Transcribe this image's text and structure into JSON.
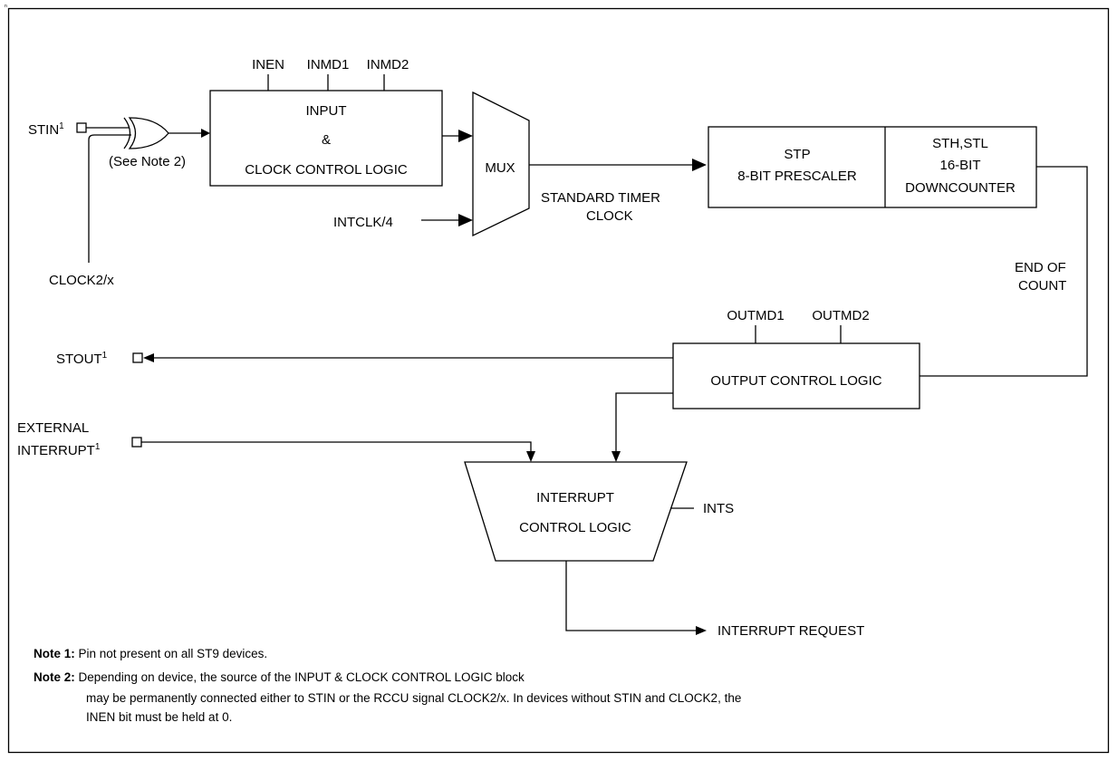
{
  "page_marker": "n",
  "signals": {
    "inen": "INEN",
    "inmd1": "INMD1",
    "inmd2": "INMD2",
    "stin": "STIN",
    "stin_sup": "1",
    "see_note2": "(See Note 2)",
    "clock2x": "CLOCK2/x",
    "intclk4": "INTCLK/4",
    "std_timer_clock_1": "STANDARD TIMER",
    "std_timer_clock_2": "CLOCK",
    "end_of_count_1": "END OF",
    "end_of_count_2": "COUNT",
    "outmd1": "OUTMD1",
    "outmd2": "OUTMD2",
    "stout": "STOUT",
    "stout_sup": "1",
    "ext_int_1": "EXTERNAL",
    "ext_int_2": "INTERRUPT",
    "ext_int_sup": "1",
    "ints": "INTS",
    "interrupt_request": "INTERRUPT REQUEST"
  },
  "blocks": {
    "input_logic": {
      "line1": "INPUT",
      "line2": "&",
      "line3": "CLOCK CONTROL LOGIC"
    },
    "mux": {
      "label": "MUX"
    },
    "prescaler": {
      "line1": "STP",
      "line2": "8-BIT PRESCALER"
    },
    "downcounter": {
      "line1": "STH,STL",
      "line2": "16-BIT",
      "line3": "DOWNCOUNTER"
    },
    "output_logic": {
      "label": "OUTPUT CONTROL LOGIC"
    },
    "interrupt_logic": {
      "line1": "INTERRUPT",
      "line2": "CONTROL LOGIC"
    }
  },
  "notes": {
    "note1_label": "Note 1:",
    "note1_text": " Pin not present on all ST9 devices.",
    "note2_label": "Note 2:",
    "note2_line1": " Depending on device, the source of the INPUT & CLOCK CONTROL LOGIC block",
    "note2_line2": "may be permanently connected either to STIN or the RCCU signal CLOCK2/x. In devices without STIN and CLOCK2, the",
    "note2_line3": "INEN bit must be held at 0."
  }
}
